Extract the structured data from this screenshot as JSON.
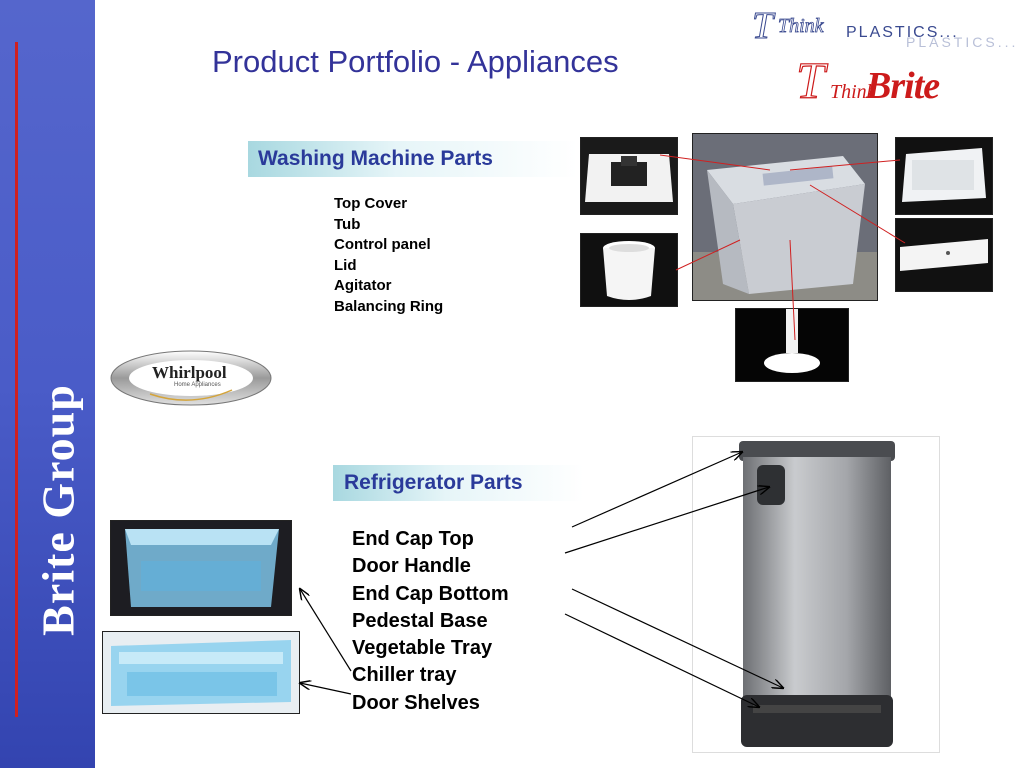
{
  "sidebar": {
    "brand": "Brite Group"
  },
  "title": "Product Portfolio - Appliances",
  "logo": {
    "think_top": "Think",
    "plastics": "PLASTICS...",
    "think": "Think",
    "brite": "Brite"
  },
  "washing_machine": {
    "heading": "Washing Machine  Parts",
    "parts": [
      "Top Cover",
      "Tub",
      "Control panel",
      "Lid",
      "Agitator",
      "Balancing Ring"
    ]
  },
  "whirlpool_logo": {
    "name": "Whirlpool",
    "tagline": "Home Appliances"
  },
  "refrigerator": {
    "heading": "Refrigerator Parts",
    "parts": [
      "End Cap Top",
      "Door Handle",
      "End Cap Bottom",
      "Pedestal Base",
      "Vegetable Tray",
      "Chiller tray",
      "Door Shelves"
    ]
  },
  "colors": {
    "sidebar": "#4a5cc8",
    "accent_red": "#d02020",
    "title": "#333399",
    "heading": "#2a3a9a"
  }
}
